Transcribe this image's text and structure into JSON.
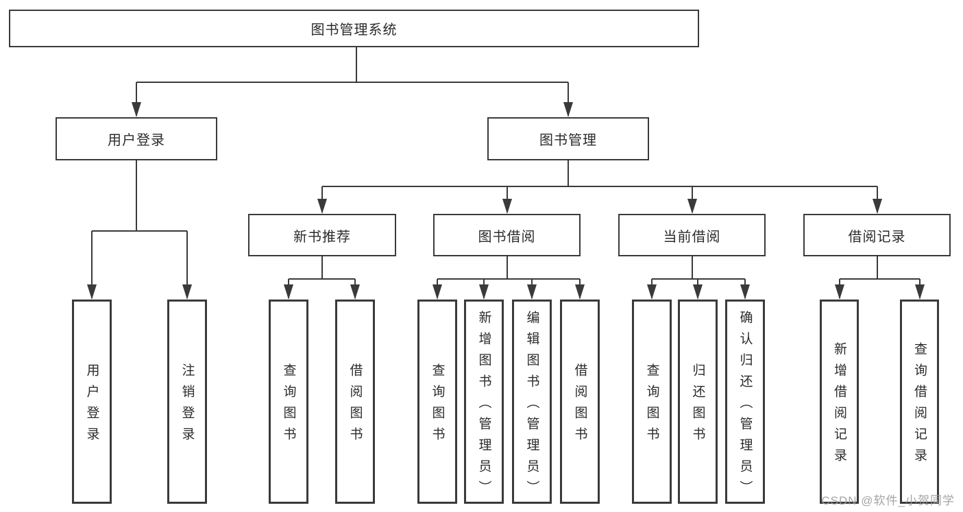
{
  "tree": {
    "root": {
      "label": "图书管理系统"
    },
    "level1": [
      {
        "label": "用户登录",
        "children": [
          {
            "label": "用户登录"
          },
          {
            "label": "注销登录"
          }
        ]
      },
      {
        "label": "图书管理",
        "children": [
          {
            "label": "新书推荐",
            "children": [
              {
                "label": "查询图书"
              },
              {
                "label": "借阅图书"
              }
            ]
          },
          {
            "label": "图书借阅",
            "children": [
              {
                "label": "查询图书"
              },
              {
                "label": "新增图书（管理员）"
              },
              {
                "label": "编辑图书（管理员）"
              },
              {
                "label": "借阅图书"
              }
            ]
          },
          {
            "label": "当前借阅",
            "children": [
              {
                "label": "查询图书"
              },
              {
                "label": "归还图书"
              },
              {
                "label": "确认归还（管理员）"
              }
            ]
          },
          {
            "label": "借阅记录",
            "children": [
              {
                "label": "新增借阅记录"
              },
              {
                "label": "查询借阅记录"
              }
            ]
          }
        ]
      }
    ]
  },
  "watermark": {
    "text": "CSDN @软件_小贺同学"
  },
  "colors": {
    "line": "#3a3a3a",
    "text": "#2b2b2b",
    "background": "#ffffff",
    "watermark": "#9b9b9b"
  }
}
